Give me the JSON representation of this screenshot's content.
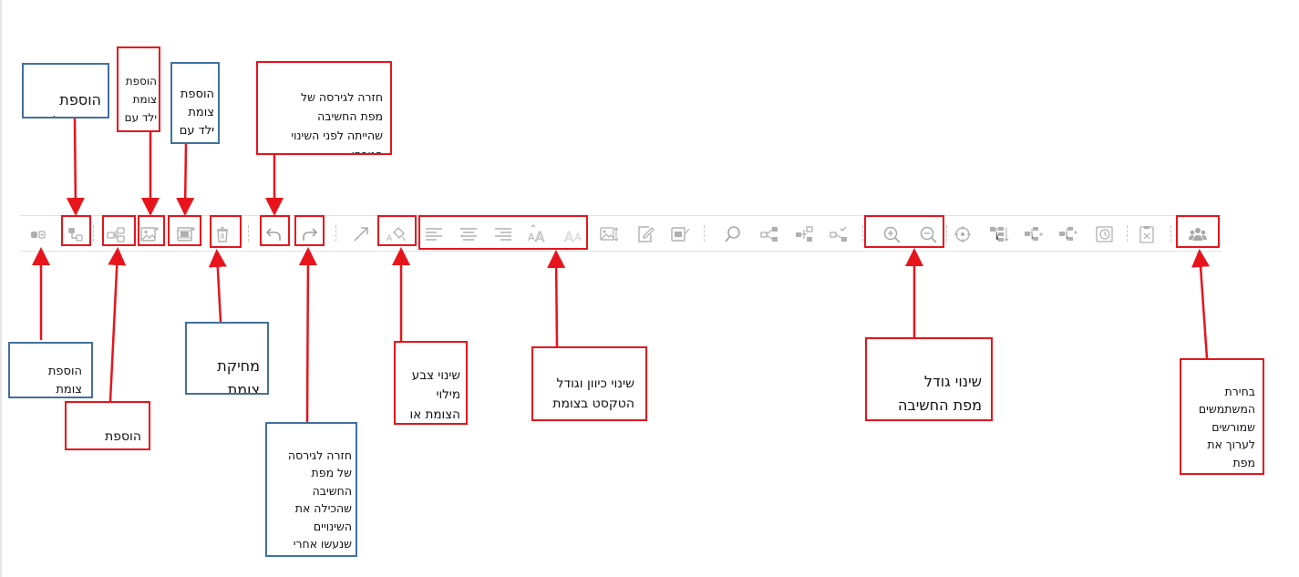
{
  "notes": {
    "add_child": "הוספת\nצומת ילד",
    "add_child_image": "הוספת\nצומת\nילד עם\nתמונה",
    "add_child_video": "הוספת\nצומת\nילד עם\nסירטון",
    "undo": "חזרה לגירסה של\nמפת החשיבה\nשהייתה לפני השינוי\nהנוכחי",
    "add_root": "הוספת\nצומת\nשורש",
    "add_sibling": "הוספת\nצומת אחות",
    "delete_node": "מחיקת\nצומת",
    "redo": "חזרה לגירסה\nשל מפת\nהחשיבה\nשהכילה את\nהשינויים\nשנעשו אחרי\nהשינוי הנוכחי",
    "fill_color": "שינוי צבע\nמילוי\nהצומת או\nהטקסט",
    "text_format": "שינוי כיוון וגודל\nהטקסט בצומת\nשבחרתם",
    "zoom": "שינוי גודל\nמפת החשיבה",
    "users": "בחירת\nהמשתמשים\nשמורשים\nלערוך את\nמפת\nהחשיבה"
  },
  "colors": {
    "annotation_red": "#e8141c",
    "note_blue": "#41719c",
    "icon_gray": "#a8a8a8"
  },
  "toolbar_icons": [
    "add-root-node-icon",
    "add-child-node-icon",
    "add-sibling-node-icon",
    "add-image-node-icon",
    "add-video-node-icon",
    "delete-icon",
    "undo-icon",
    "redo-icon",
    "connector-arrow-icon",
    "fill-color-icon",
    "align-left-icon",
    "align-center-icon",
    "align-right-icon",
    "increase-font-icon",
    "decrease-font-icon",
    "image-edit-icon",
    "edit-note-icon",
    "media-edit-icon",
    "search-icon",
    "share-icon",
    "share-remove-icon",
    "share-check-icon",
    "zoom-in-icon",
    "zoom-out-icon",
    "center-icon",
    "layout-vertical-icon",
    "layout-add-icon",
    "layout-add-child-icon",
    "history-icon",
    "clipboard-close-icon",
    "users-icon"
  ]
}
